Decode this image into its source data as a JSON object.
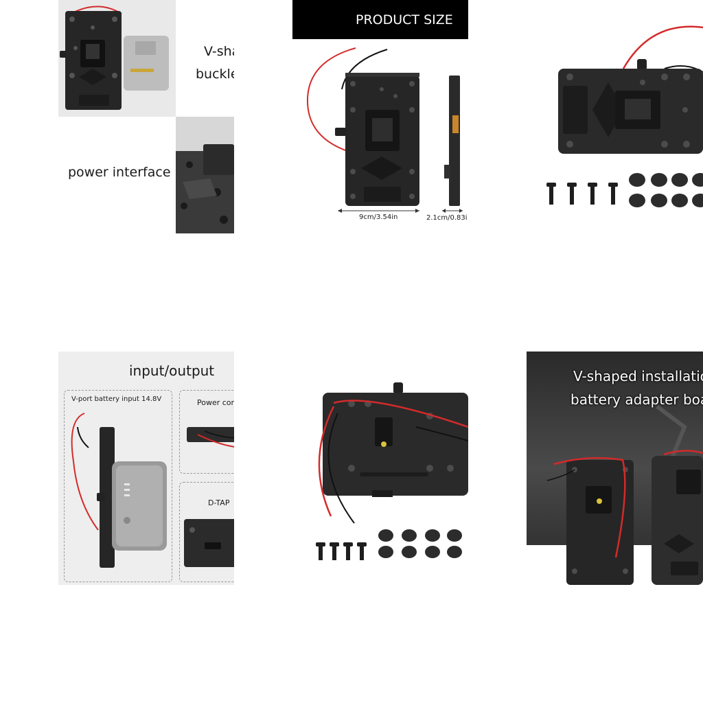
{
  "tiles": {
    "t1": {
      "text_top": "V-sha",
      "text_second": "buckle",
      "text_power": "power interface"
    },
    "t2": {
      "title": "PRODUCT SIZE",
      "dim_width": "9cm/3.54in",
      "dim_depth": "2.1cm/0.83i"
    },
    "t4": {
      "title": "input/output",
      "vport": "V-port battery input 14.8V",
      "power_cord": "Power cord",
      "dtap": "D-TAP"
    },
    "t6": {
      "line1": "V-shaped installatio",
      "line2": "battery adapter boa"
    }
  },
  "colors": {
    "plate": "#262626",
    "wire_red": "#d42a2a",
    "wire_black": "#111111",
    "dark_bar": "#000000",
    "panel_bg": "#eeeeee"
  }
}
